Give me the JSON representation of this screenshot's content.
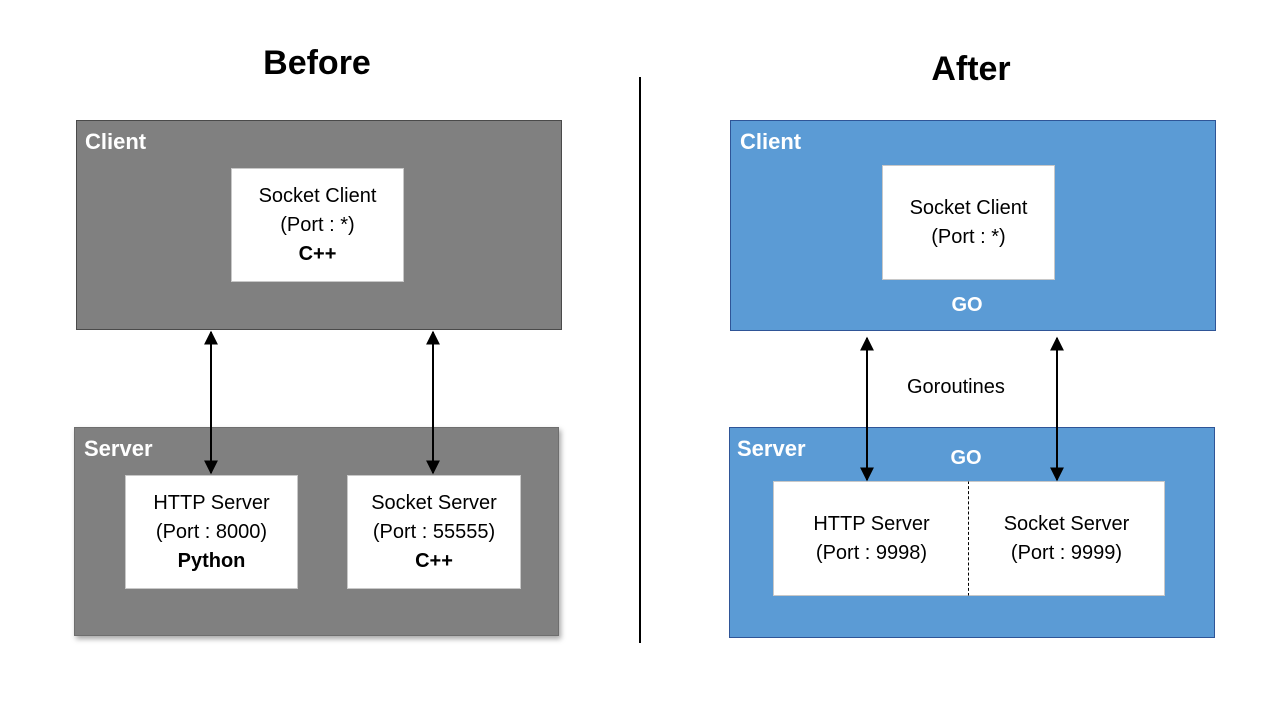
{
  "before": {
    "title": "Before",
    "client": {
      "label": "Client",
      "node": {
        "name": "Socket Client",
        "port": "(Port : *)",
        "lang": "C++"
      }
    },
    "server": {
      "label": "Server",
      "http": {
        "name": "HTTP Server",
        "port": "(Port : 8000)",
        "lang": "Python"
      },
      "socket": {
        "name": "Socket Server",
        "port": "(Port : 55555)",
        "lang": "C++"
      }
    }
  },
  "after": {
    "title": "After",
    "client": {
      "label": "Client",
      "node": {
        "name": "Socket Client",
        "port": "(Port : *)"
      },
      "lang": "GO"
    },
    "edge_label": "Goroutines",
    "server": {
      "label": "Server",
      "lang": "GO",
      "http": {
        "name": "HTTP Server",
        "port": "(Port : 9998)"
      },
      "socket": {
        "name": "Socket Server",
        "port": "(Port : 9999)"
      }
    }
  },
  "colors": {
    "before_panel": "#808080",
    "after_panel": "#5b9bd5",
    "node_fill": "#ffffff"
  }
}
